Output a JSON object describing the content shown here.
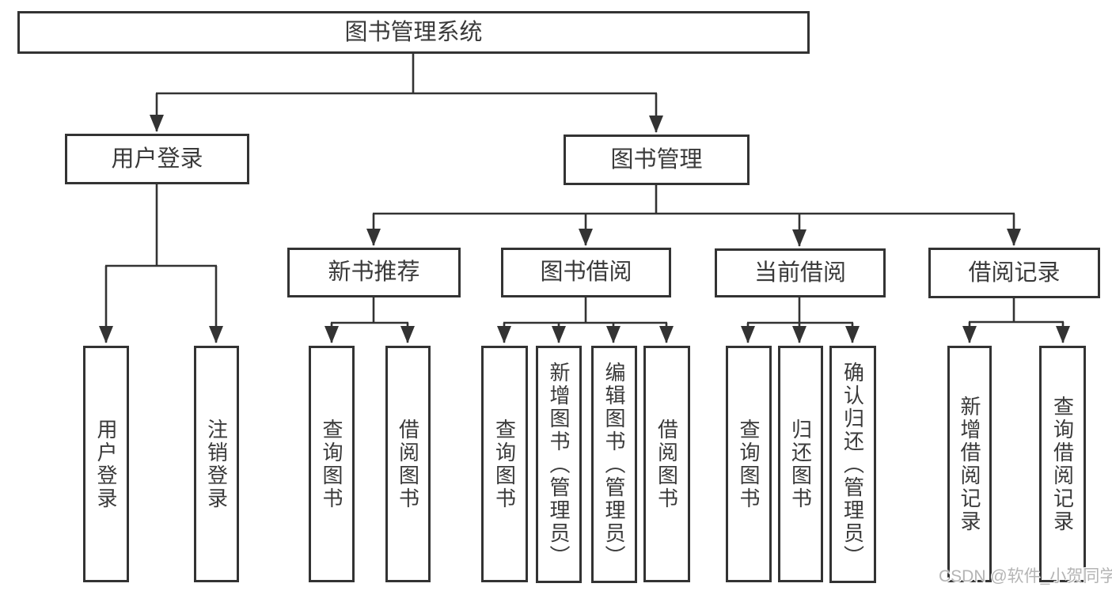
{
  "diagram": {
    "tree": {
      "label": "图书管理系统",
      "children": [
        {
          "label": "用户登录",
          "children": [
            {
              "label": "用户登录"
            },
            {
              "label": "注销登录"
            }
          ]
        },
        {
          "label": "图书管理",
          "children": [
            {
              "label": "新书推荐",
              "children": [
                {
                  "label": "查询图书"
                },
                {
                  "label": "借阅图书"
                }
              ]
            },
            {
              "label": "图书借阅",
              "children": [
                {
                  "label": "查询图书"
                },
                {
                  "label": "新增图书（管理员）"
                },
                {
                  "label": "编辑图书（管理员）"
                },
                {
                  "label": "借阅图书"
                }
              ]
            },
            {
              "label": "当前借阅",
              "children": [
                {
                  "label": "查询图书"
                },
                {
                  "label": "归还图书"
                },
                {
                  "label": "确认归还（管理员）"
                }
              ]
            },
            {
              "label": "借阅记录",
              "children": [
                {
                  "label": "新增借阅记录"
                },
                {
                  "label": "查询借阅记录"
                }
              ]
            }
          ]
        }
      ]
    },
    "colors": {
      "line": "#333333",
      "text": "#3a3a3a",
      "background": "#ffffff",
      "watermark": "#b4b4b4"
    }
  },
  "watermark": {
    "text": "CSDN @软件_小贺同学"
  }
}
